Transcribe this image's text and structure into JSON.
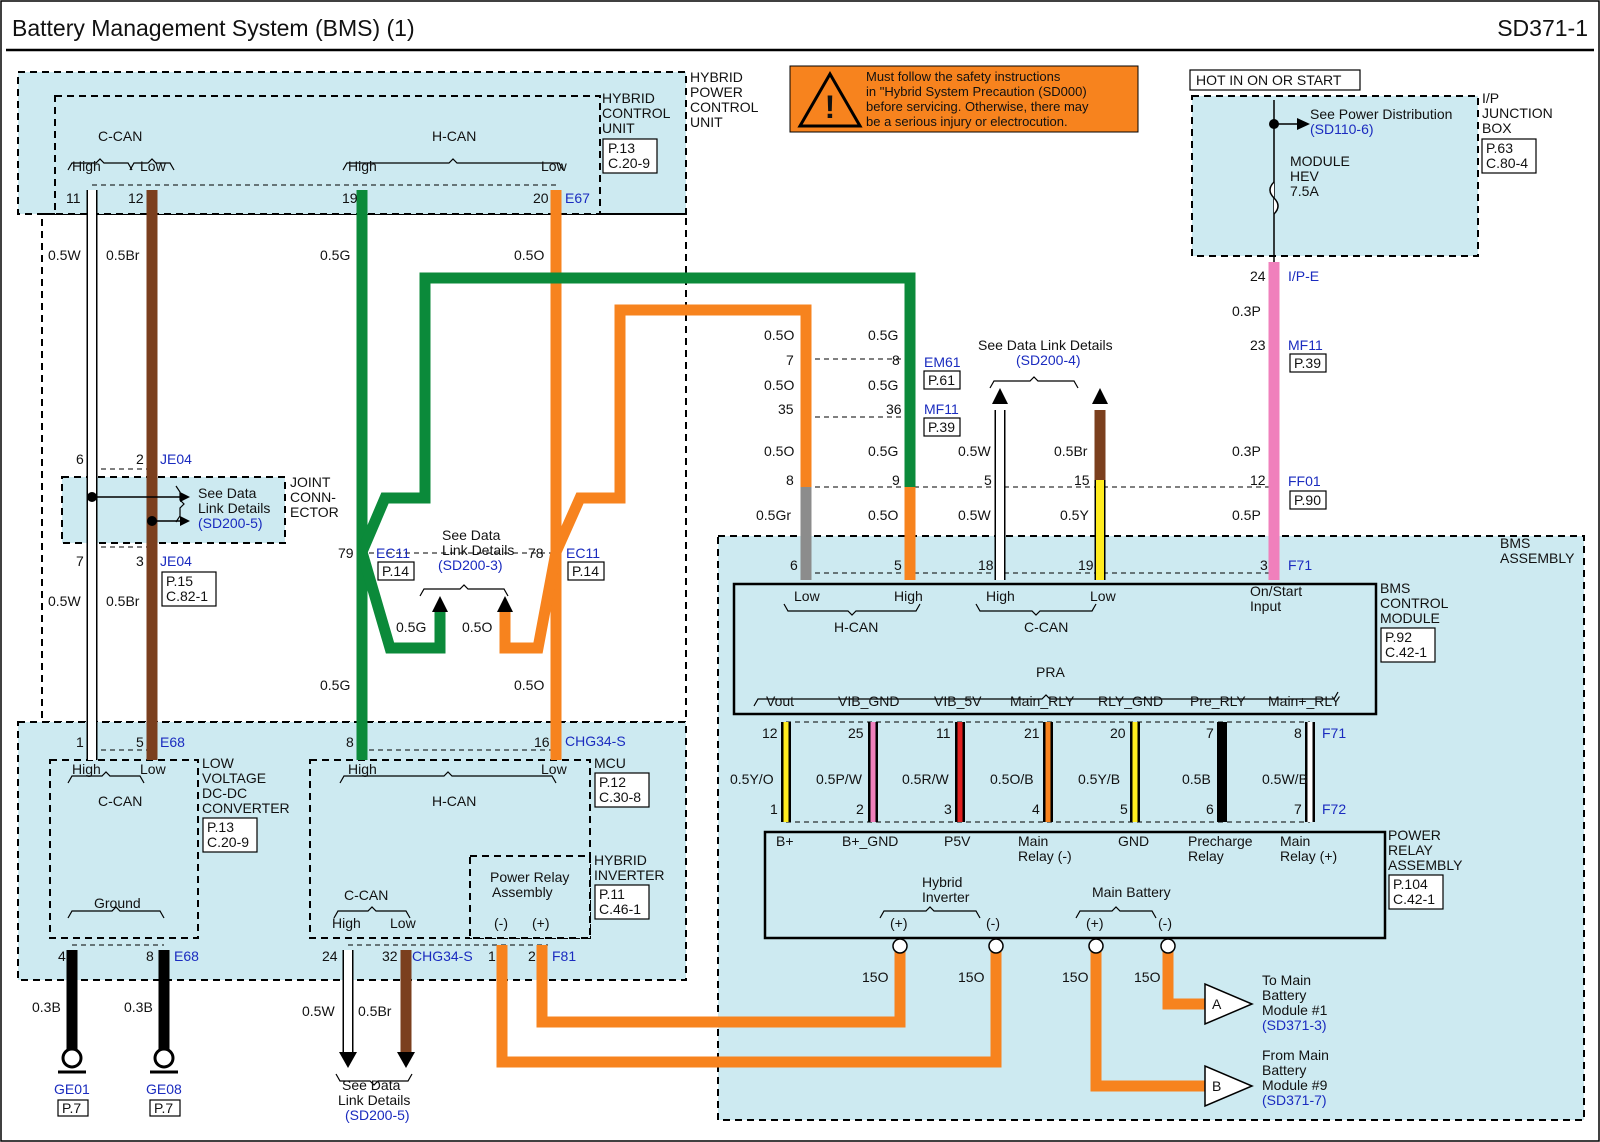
{
  "header": {
    "title": "Battery Management System (BMS) (1)",
    "code": "SD371-1"
  },
  "warning": {
    "lines": [
      "Must follow the safety instructions",
      "in \"Hybrid System Precaution (SD000)",
      "before servicing. Otherwise, there may",
      "be a serious injury or electrocution."
    ]
  },
  "hot_label": "HOT IN ON OR START",
  "hpcu": {
    "name_lines": [
      "HYBRID",
      "POWER",
      "CONTROL",
      "UNIT"
    ]
  },
  "hcu": {
    "name_lines": [
      "HYBRID",
      "CONTROL",
      "UNIT"
    ],
    "ref": [
      "P.13",
      "C.20-9"
    ],
    "ccan": "C-CAN",
    "hcan": "H-CAN",
    "high": "High",
    "low": "Low"
  },
  "ipjb": {
    "name_lines": [
      "I/P",
      "JUNCTION",
      "BOX"
    ],
    "ref": [
      "P.63",
      "C.80-4"
    ],
    "see": "See Power Distribution",
    "see_ref": "(SD110-6)",
    "fuse": [
      "MODULE",
      "HEV",
      "7.5A"
    ]
  },
  "joint": {
    "name_lines": [
      "JOINT",
      "CONN-",
      "ECTOR"
    ],
    "see": [
      "See Data",
      "Link Details"
    ],
    "see_ref": "(SD200-5)",
    "ref": [
      "P.15",
      "C.82-1"
    ]
  },
  "ldc": {
    "name_lines": [
      "LOW",
      "VOLTAGE",
      "DC-DC",
      "CONVERTER"
    ],
    "ref": [
      "P.13",
      "C.20-9"
    ],
    "ccan": "C-CAN",
    "ground": "Ground"
  },
  "mcu": {
    "name": "MCU",
    "ref": [
      "P.12",
      "C.30-8"
    ],
    "hcan": "H-CAN",
    "ccan": "C-CAN"
  },
  "inverter": {
    "name_lines": [
      "HYBRID",
      "INVERTER"
    ],
    "ref": [
      "P.11",
      "C.46-1"
    ],
    "pra": [
      "Power Relay",
      "Assembly"
    ],
    "neg": "(-)",
    "pos": "(+)"
  },
  "bms_assembly": {
    "name_lines": [
      "BMS",
      "ASSEMBLY"
    ]
  },
  "bms_cm": {
    "name_lines": [
      "BMS",
      "CONTROL",
      "MODULE"
    ],
    "ref": [
      "P.92",
      "C.42-1"
    ],
    "low": "Low",
    "high": "High",
    "hcan": "H-CAN",
    "ccan": "C-CAN",
    "onstart": [
      "On/Start",
      "Input"
    ],
    "pra": "PRA",
    "pins": [
      "Vout",
      "VIB_GND",
      "VIB_5V",
      "Main_RLY",
      "RLY_GND",
      "Pre_RLY",
      "Main+_RLY"
    ]
  },
  "pra_assy": {
    "name_lines": [
      "POWER",
      "RELAY",
      "ASSEMBLY"
    ],
    "ref": [
      "P.104",
      "C.42-1"
    ],
    "pins": [
      "B+",
      "B+_GND",
      "P5V",
      "Main",
      "GND",
      "Precharge",
      "Main"
    ],
    "pins2": [
      "",
      "",
      "",
      "Relay (-)",
      "",
      "Relay",
      "Relay (+)"
    ],
    "hybrid_inverter": [
      "Hybrid",
      "Inverter"
    ],
    "main_battery": "Main Battery",
    "pos": "(+)",
    "neg": "(-)"
  },
  "see_links": {
    "see": [
      "See Data",
      "Link Details"
    ],
    "sd2003": "(SD200-3)",
    "sd2004": "See Data Link Details",
    "sd2004ref": "(SD200-4)",
    "sd2005": "(SD200-5)"
  },
  "main_module": {
    "to": [
      "To Main",
      "Battery",
      "Module #1"
    ],
    "to_ref": "(SD371-3)",
    "from": [
      "From Main",
      "Battery",
      "Module #9"
    ],
    "from_ref": "(SD371-7)",
    "a": "A",
    "b": "B"
  },
  "grounds": [
    {
      "id": "GE01",
      "ref": "P.7"
    },
    {
      "id": "GE08",
      "ref": "P.7"
    }
  ],
  "connectors": {
    "E67": "E67",
    "JE04": "JE04",
    "EC11": "EC11",
    "E68": "E68",
    "CHG34S": "CHG34-S",
    "F81": "F81",
    "EM61": "EM61",
    "MF11": "MF11",
    "FF01": "FF01",
    "F71": "F71",
    "F72": "F72",
    "IPE": "I/P-E",
    "p14": "P.14",
    "p61": "P.61",
    "p39": "P.39",
    "p90": "P.90"
  },
  "wires": {
    "w05W": "0.5W",
    "w05Br": "0.5Br",
    "w05G": "0.5G",
    "w05O": "0.5O",
    "w05Gr": "0.5Gr",
    "w05Y": "0.5Y",
    "w03P": "0.3P",
    "w05P": "0.5P",
    "w03B": "0.3B",
    "w15O": "15O",
    "bms": [
      "0.5Y/O",
      "0.5P/W",
      "0.5R/W",
      "0.5O/B",
      "0.5Y/B",
      "0.5B",
      "0.5W/B"
    ]
  },
  "pins": {
    "p11": "11",
    "p12": "12",
    "p19": "19",
    "p20": "20",
    "p6": "6",
    "p2": "2",
    "p7": "7",
    "p3": "3",
    "p1": "1",
    "p5": "5",
    "p4": "4",
    "p8": "8",
    "p79": "79",
    "p78": "78",
    "p16": "16",
    "p24": "24",
    "p32": "32",
    "p35": "35",
    "p36": "36",
    "p9": "9",
    "p15": "15",
    "p18": "18",
    "p23": "23",
    "p25": "25",
    "p21": "21",
    "p20b": "20"
  },
  "colors": {
    "bg": "#cdeaf1",
    "green": "#0b8a3a",
    "orange": "#f7831e",
    "brown": "#7b3f1e",
    "pink": "#f080bc",
    "gray": "#8c8c8c",
    "yellow": "#ffec1f",
    "red": "#e02020",
    "blue": "#1a2bbf",
    "warn": "#f7831e"
  }
}
